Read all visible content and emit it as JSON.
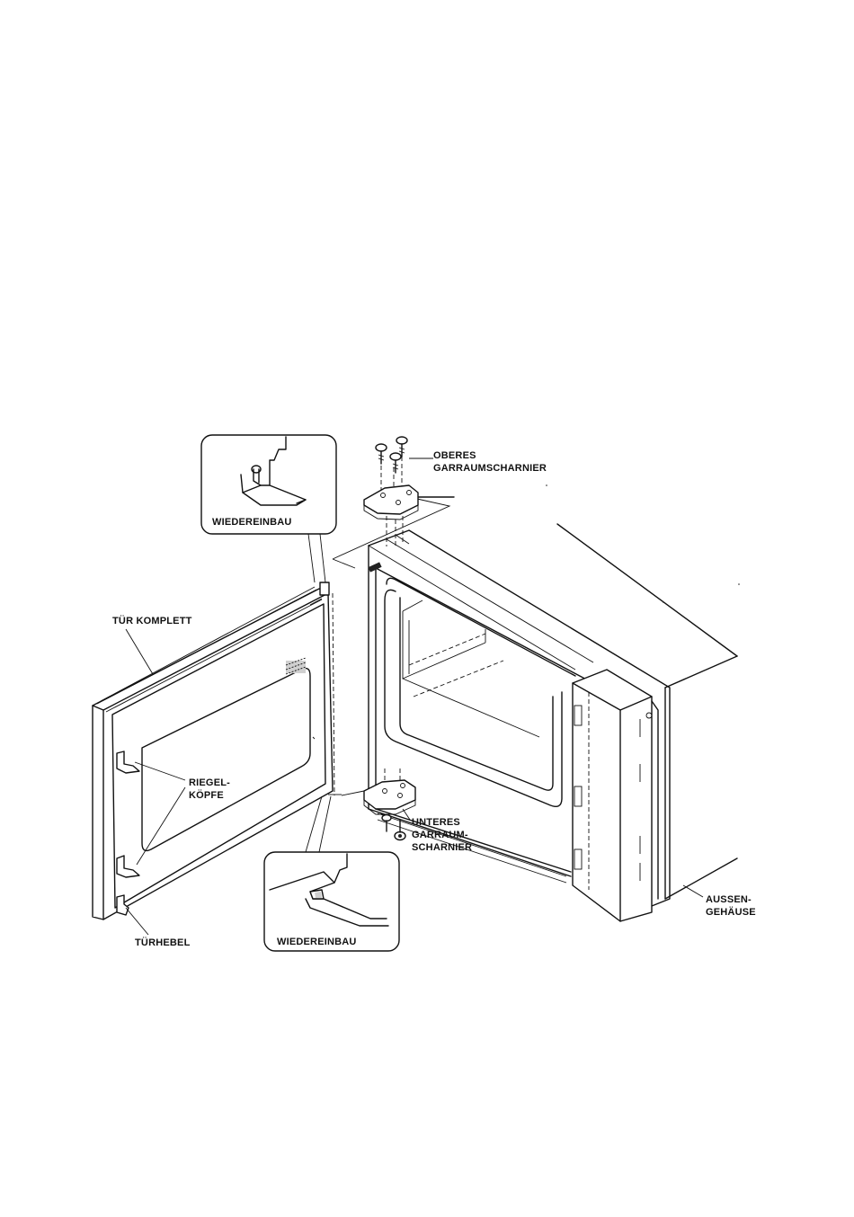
{
  "labels": {
    "tuer_komplett": "TÜR KOMPLETT",
    "riegel_1": "RIEGEL-",
    "riegel_2": "KÖPFE",
    "tuerhebel": "TÜRHEBEL",
    "oberes_1": "OBERES",
    "oberes_2": "GARRAUMSCHARNIER",
    "unteres_1": "UNTERES",
    "unteres_2": "GARRAUM-",
    "unteres_3": "SCHARNIER",
    "aussen_1": "AUSSEN-",
    "aussen_2": "GEHÄUSE",
    "wiedereinbau_top": "WIEDEREINBAU",
    "wiedereinbau_bottom": "WIEDEREINBAU"
  },
  "icons": {
    "screw": "screw-icon",
    "hinge": "hinge-icon"
  },
  "colors": {
    "line": "#111111",
    "background": "#ffffff",
    "shade": "#cfcfcf"
  }
}
